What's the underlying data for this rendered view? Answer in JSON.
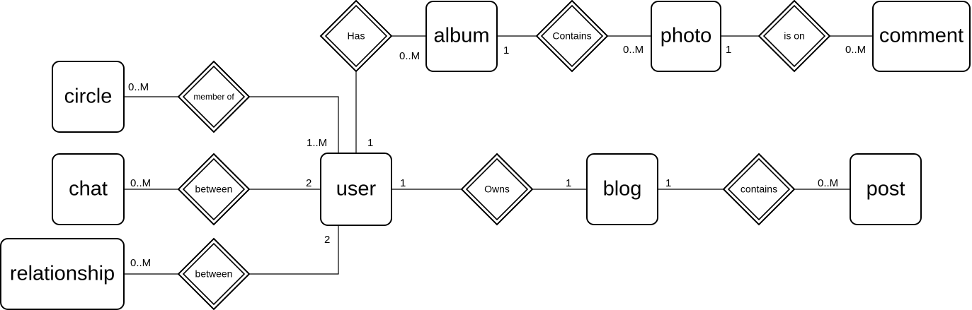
{
  "entities": {
    "circle": "circle",
    "chat": "chat",
    "relationship": "relationship",
    "user": "user",
    "album": "album",
    "photo": "photo",
    "comment": "comment",
    "blog": "blog",
    "post": "post"
  },
  "relationships": {
    "has": "Has",
    "contains_album_photo": "Contains",
    "is_on": "is on",
    "member_of": "member of",
    "between_chat": "between",
    "between_relationship": "between",
    "owns": "Owns",
    "contains_blog_post": "contains"
  },
  "cardinalities": {
    "has_album": "0..M",
    "album_contains": "1",
    "contains_photo": "0..M",
    "photo_is_on": "1",
    "is_on_comment": "0..M",
    "circle_member_of": "0..M",
    "member_of_user": "1..M",
    "user_has": "1",
    "chat_between": "0..M",
    "between_user_chat": "2",
    "user_owns": "1",
    "owns_blog": "1",
    "blog_contains": "1",
    "contains_post": "0..M",
    "between_user_relationship": "2",
    "relationship_between": "0..M"
  }
}
